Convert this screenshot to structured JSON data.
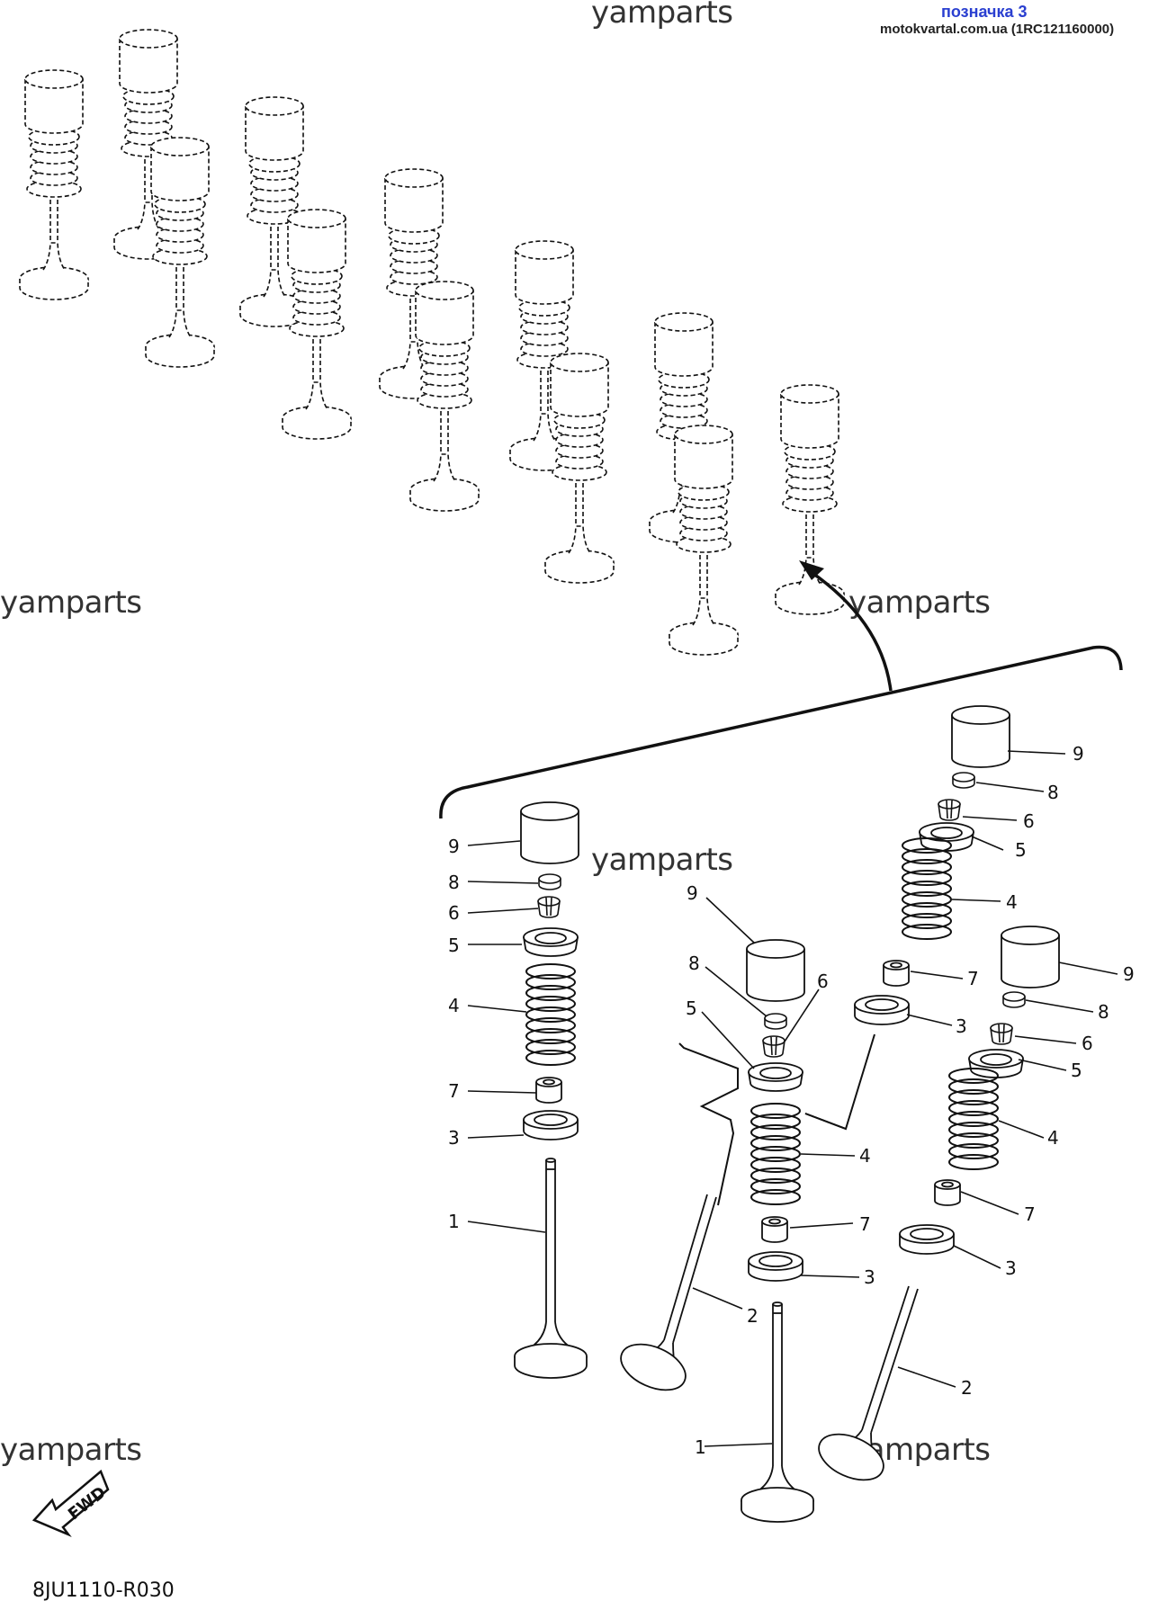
{
  "header": {
    "tag": "позначка 3",
    "site": "motokvartal.com.ua (1RC121160000)"
  },
  "watermarks": [
    "yamparts",
    "yamparts",
    "yamparts",
    "yamparts",
    "yamparts",
    "yamparts"
  ],
  "fwd_label": "FWD",
  "diagram_code": "8JU1110-R030",
  "callouts": {
    "left": [
      "9",
      "8",
      "6",
      "5",
      "4",
      "7",
      "3",
      "1"
    ],
    "middle": [
      "9",
      "8",
      "6",
      "5",
      "4",
      "7",
      "3",
      "2",
      "1"
    ],
    "upper_right": [
      "9",
      "8",
      "6",
      "5",
      "4",
      "7",
      "3"
    ],
    "lower_right": [
      "9",
      "8",
      "6",
      "5",
      "4",
      "7",
      "3",
      "2"
    ]
  },
  "colors": {
    "line": "#111111",
    "header_tag": "#2a3fd0",
    "watermark": "#333333"
  }
}
